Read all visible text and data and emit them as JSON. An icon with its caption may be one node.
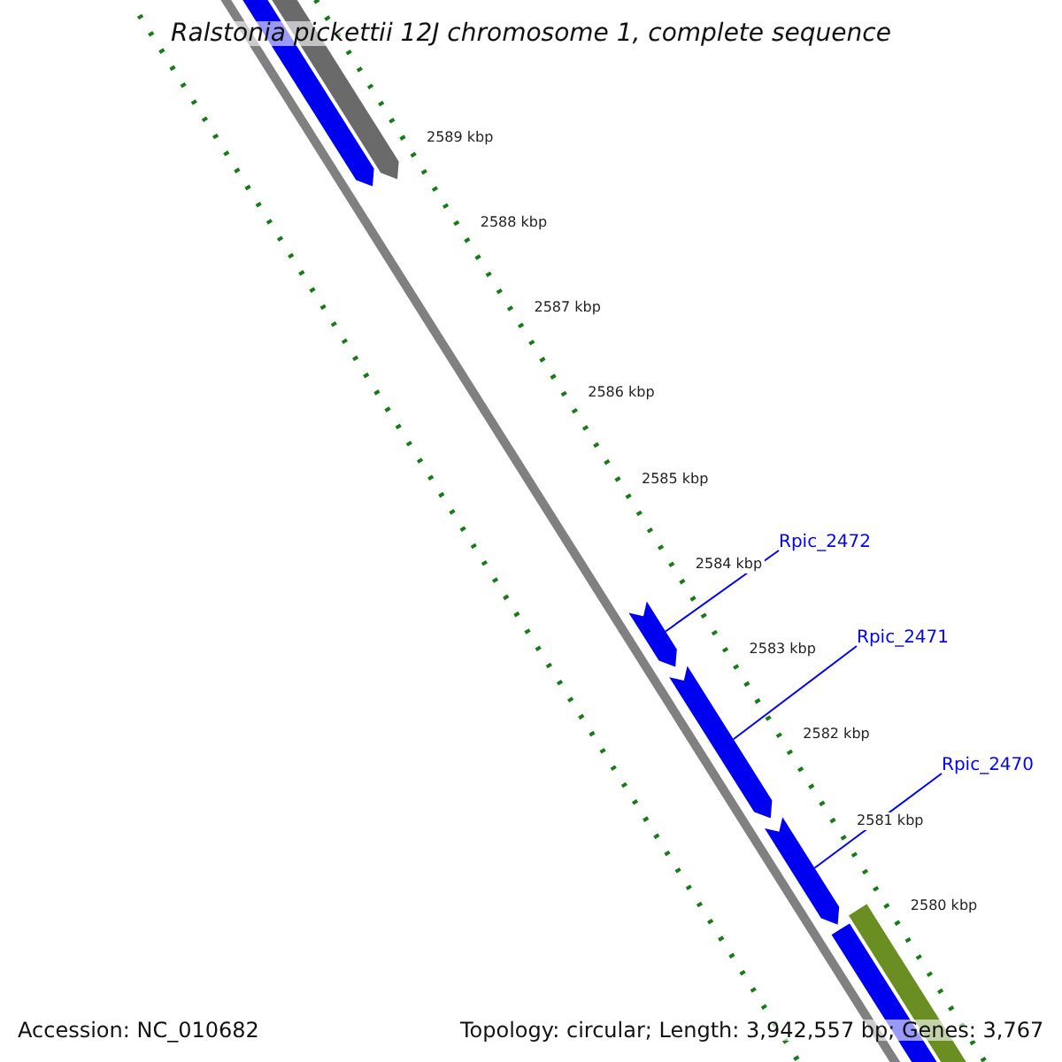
{
  "diagram": {
    "title": "Ralstonia pickettii 12J chromosome 1, complete sequence",
    "nodes": [
      {
        "text": [
          "Rpic_2472"
        ]
      },
      {
        "text": [],
        "shape": "bar"
      },
      {
        "text": [
          "Rpic_2471"
        ]
      },
      {
        "text": [],
        "shape": "bar"
      },
      {
        "text": [
          "Rpic_2470"
        ]
      },
      {
        "text": [],
        "shape": "bar"
      }
    ],
    "edges": [
      {
        "from": 0,
        "to": 1,
        "arrow": "none"
      },
      {
        "from": 2,
        "to": 3,
        "arrow": "none"
      },
      {
        "from": 4,
        "to": 5,
        "arrow": "none"
      }
    ],
    "labels": [
      "2589 kbp",
      "2588 kbp",
      "2587 kbp",
      "2586 kbp",
      "2585 kbp",
      "2584 kbp",
      "2583 kbp",
      "2582 kbp",
      "2581 kbp",
      "2580 kbp",
      "Accession: NC_010682",
      "Topology: circular; Length: 3,942,557 bp; Genes: 3,767"
    ]
  }
}
